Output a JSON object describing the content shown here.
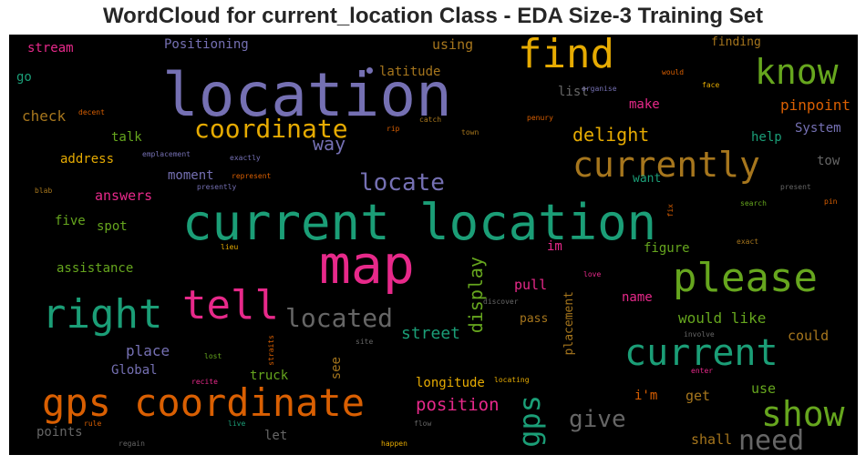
{
  "title": "WordCloud for current_location Class - EDA Size-3 Training Set",
  "colors": {
    "background": "#000000",
    "teal": "#1b9e77",
    "orange": "#d95f02",
    "purple": "#7570b3",
    "magenta": "#e7298a",
    "green": "#66a61e",
    "gold": "#e6ab02",
    "brown": "#a6761d",
    "gray": "#666666"
  },
  "words": [
    "current location",
    "location",
    "map",
    "gps coordinate",
    "right",
    "tell",
    "find",
    "know",
    "please",
    "current",
    "currently",
    "coordinate",
    "show",
    "located",
    "need",
    "gps",
    "locate",
    "give",
    "display",
    "way",
    "delight",
    "position",
    "street",
    "stream",
    "Positioning",
    "go",
    "check",
    "talk",
    "address",
    "answers",
    "five",
    "spot",
    "assistance",
    "moment",
    "latitude",
    "using",
    "list",
    "finding",
    "make",
    "pinpoint",
    "System",
    "help",
    "tow",
    "want",
    "im",
    "figure",
    "pull",
    "name",
    "would like",
    "could",
    "place",
    "Global",
    "truck",
    "see",
    "longitude",
    "i'm",
    "get",
    "use",
    "shall",
    "points",
    "let",
    "pass",
    "placement",
    "decent",
    "emplacement",
    "exactly",
    "represent",
    "presently",
    "blab",
    "organise",
    "would",
    "face",
    "catch",
    "rip",
    "town",
    "penury",
    "present",
    "search",
    "pin",
    "exact",
    "fix",
    "lieu",
    "love",
    "discover",
    "lost",
    "straits",
    "site",
    "involve",
    "recite",
    "live",
    "rule",
    "flow",
    "regain",
    "happen",
    "locating",
    "enter"
  ]
}
